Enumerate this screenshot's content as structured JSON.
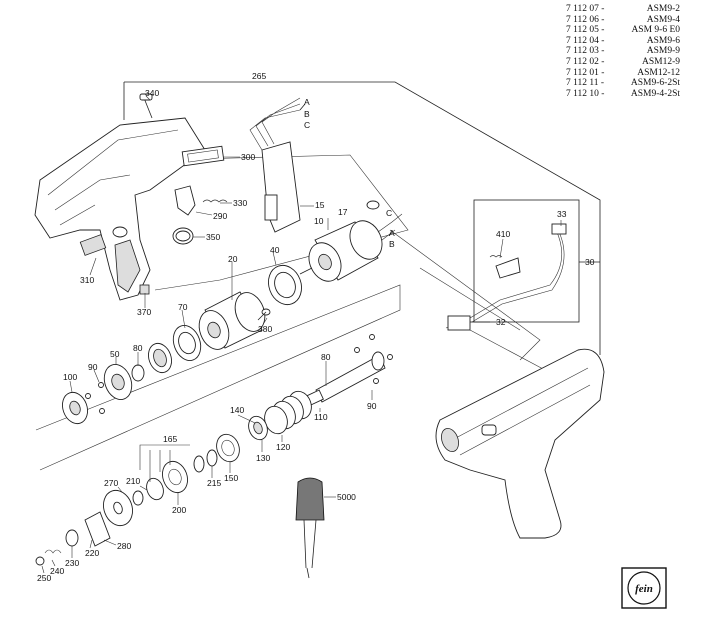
{
  "legend": [
    {
      "code": "7 112 07 -",
      "model": "ASM9-2"
    },
    {
      "code": "7 112 06 -",
      "model": "ASM9-4"
    },
    {
      "code": "7 112 05 -",
      "model": "ASM 9-6 E0"
    },
    {
      "code": "7 112 04 -",
      "model": "ASM9-6"
    },
    {
      "code": "7 112 03 -",
      "model": "ASM9-9"
    },
    {
      "code": "7 112 02 -",
      "model": "ASM12-9"
    },
    {
      "code": "7 112 01 -",
      "model": "ASM12-12"
    },
    {
      "code": "7 112 11 -",
      "model": "ASM9-6-2St"
    },
    {
      "code": "7 112 10 -",
      "model": "ASM9-4-2St"
    }
  ],
  "part_labels": {
    "p265": "265",
    "p340": "340",
    "p300": "300",
    "p330": "330",
    "p290": "290",
    "p350": "350",
    "p310": "310",
    "p370": "370",
    "pA1": "A",
    "pB1": "B",
    "pC1": "C",
    "p15": "15",
    "p17": "17",
    "p10": "10",
    "pC2": "C",
    "pA2": "A",
    "pB2": "B",
    "p40": "40",
    "p20": "20",
    "p70": "70",
    "p380": "380",
    "p80a": "80",
    "p50": "50",
    "p90a": "90",
    "p100": "100",
    "p80b": "80",
    "p90b": "90",
    "p110": "110",
    "p140": "140",
    "p120": "120",
    "p130": "130",
    "p165": "165",
    "p150": "150",
    "p215": "215",
    "p210": "210",
    "p200": "200",
    "p270": "270",
    "p280": "280",
    "p220": "220",
    "p230": "230",
    "p240": "240",
    "p250": "250",
    "p5000": "5000",
    "p410": "410",
    "p33": "33",
    "p30": "30",
    "p32": "32"
  },
  "logo_text": "fein"
}
